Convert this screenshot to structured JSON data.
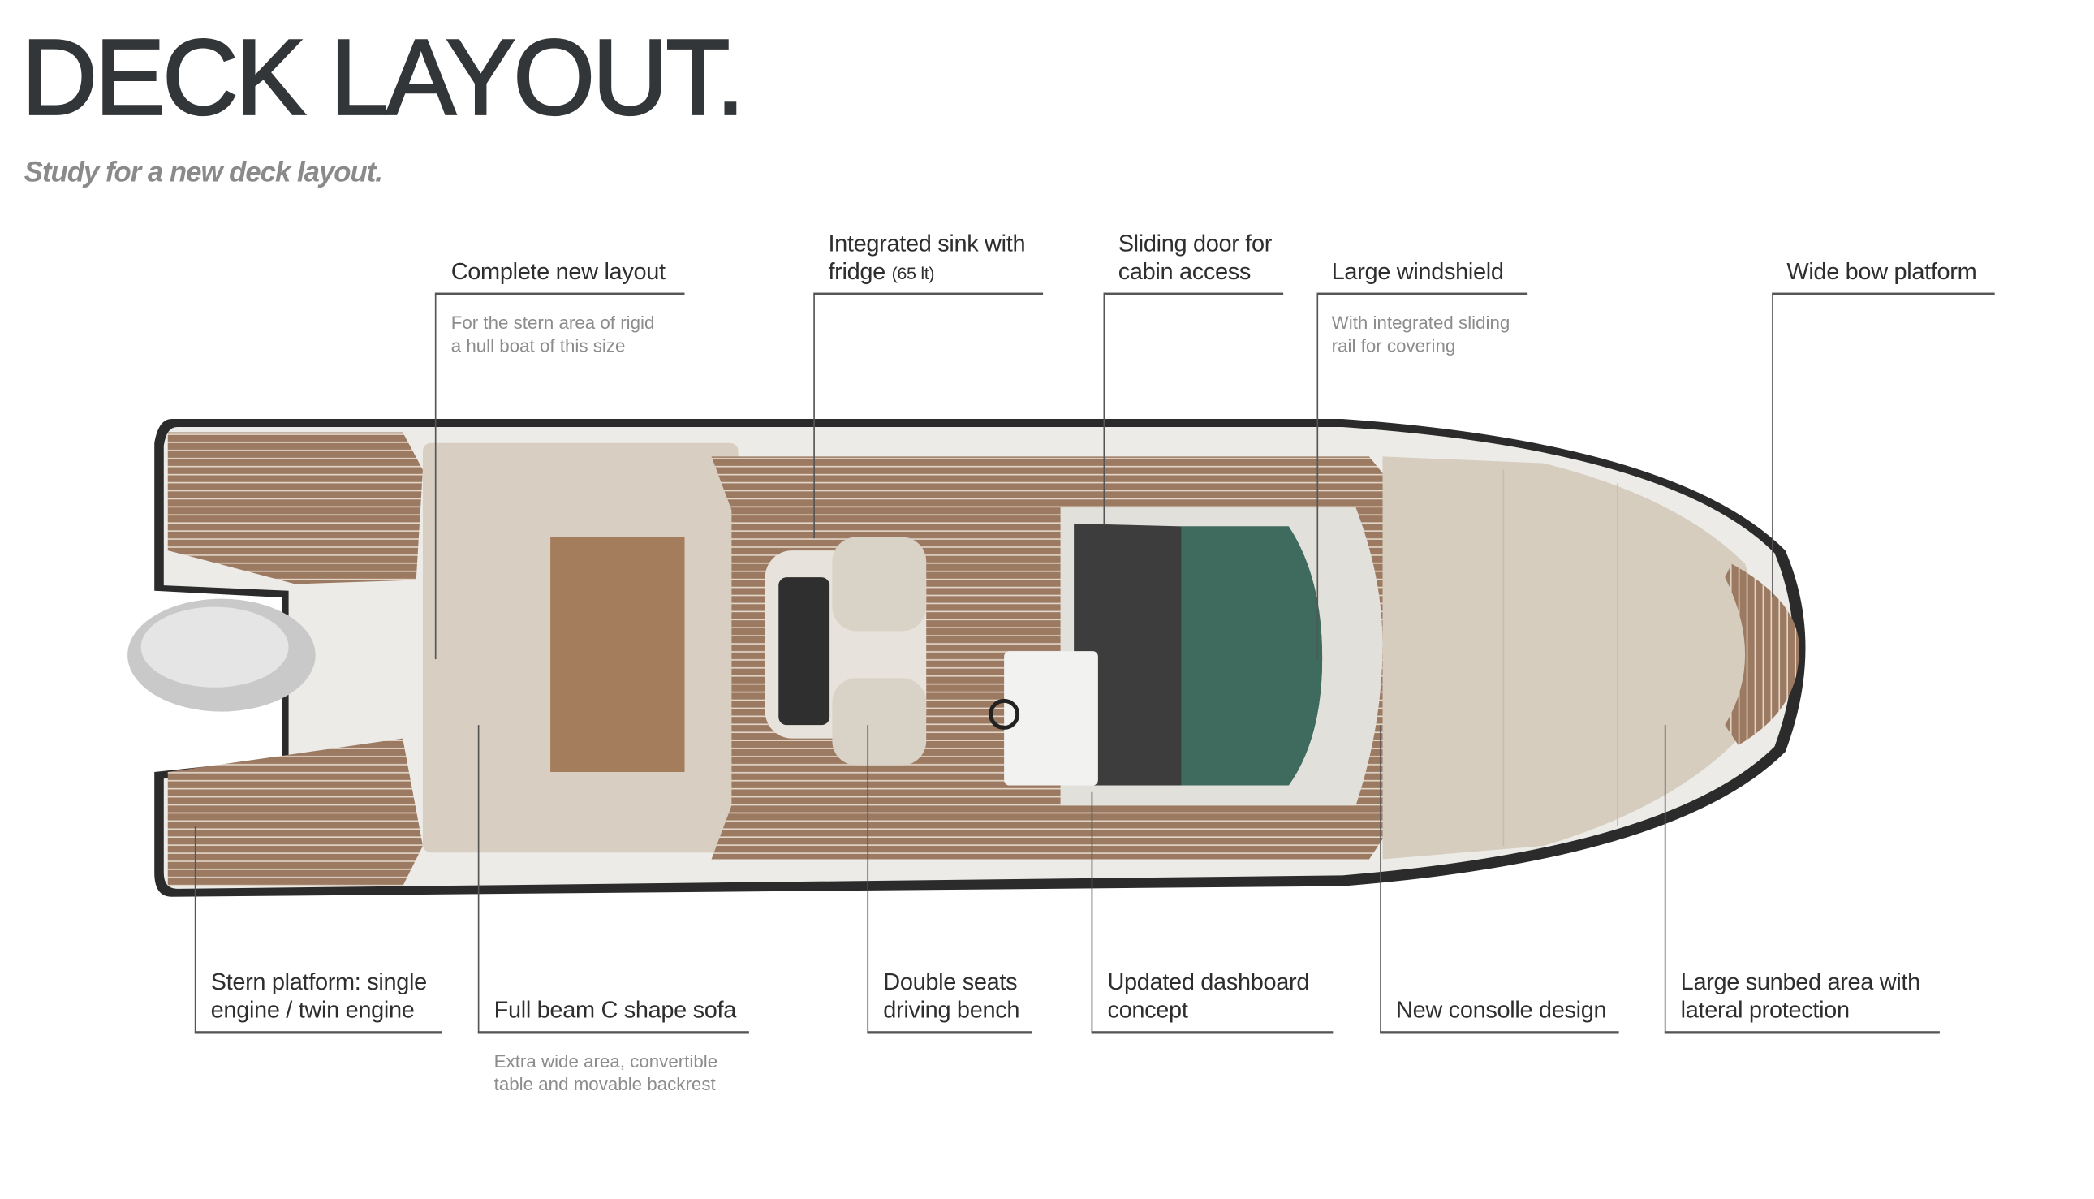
{
  "header": {
    "title": "DECK LAYOUT.",
    "subtitle": "Study for a new deck layout."
  },
  "callouts_top": [
    {
      "line1": "Complete new layout",
      "line2": "",
      "note1": "For the stern area of rigid",
      "note2": "a hull boat of this size"
    },
    {
      "line1": "Integrated sink with",
      "line2": "fridge",
      "line2_small": "(65 lt)"
    },
    {
      "line1": "Sliding door for",
      "line2": "cabin access"
    },
    {
      "line1": "Large windshield",
      "note1": "With integrated sliding",
      "note2": "rail for covering"
    },
    {
      "line1": "Wide bow platform"
    }
  ],
  "callouts_bottom": [
    {
      "line1": "Stern platform: single",
      "line2": "engine / twin engine"
    },
    {
      "line1": "Full beam C shape sofa",
      "note1": "Extra wide area, convertible",
      "note2": "table and movable backrest"
    },
    {
      "line1": "Double seats",
      "line2": "driving bench"
    },
    {
      "line1": "Updated dashboard",
      "line2": "concept"
    },
    {
      "line1": "New consolle design"
    },
    {
      "line1": "Large sunbed area with",
      "line2": "lateral protection"
    }
  ],
  "colors": {
    "teak": "#9c7a60",
    "cushion": "#d6cdbf",
    "hull": "#e9e8e4",
    "windshield": "#3f6b5f"
  }
}
